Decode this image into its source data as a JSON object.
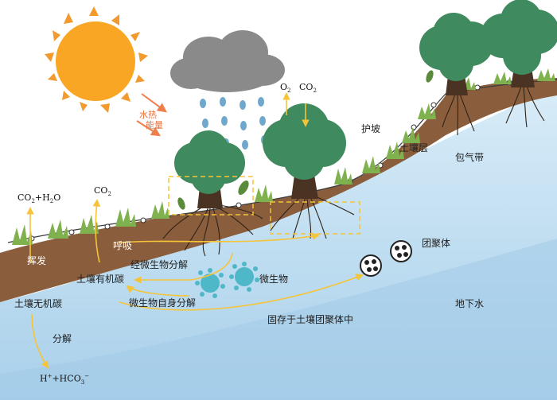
{
  "labels": {
    "hydrothermal_energy_line1": "水热",
    "hydrothermal_energy_line2": "能量",
    "o2": "O",
    "o2_sub": "2",
    "co2": "CO",
    "co2_sub": "2",
    "revetment": "护坡",
    "soil_layer": "土壤层",
    "vadose_zone": "包气带",
    "co2_h2o_part1": "CO",
    "co2_h2o_sub": "2",
    "co2_h2o_part2": "+H",
    "co2_h2o_sub2": "2",
    "co2_h2o_part3": "O",
    "co2_left": "CO",
    "co2_left_sub": "2",
    "respiration": "呼吸",
    "volatilization": "挥发",
    "aggregate": "团聚体",
    "microbial_decomposition": "经微生物分解",
    "soil_organic_carbon": "土壤有机碳",
    "microorganism": "微生物",
    "microbial_self_decomposition": "微生物自身分解",
    "soil_inorganic_carbon": "土壤无机碳",
    "groundwater": "地下水",
    "fixed_in_aggregates": "固存于土壤团聚体中",
    "decomposition": "分解",
    "ions_h": "H",
    "ions_h_sup": "+",
    "ions_plus": "+HCO",
    "ions_sub": "3",
    "ions_sup": "−"
  },
  "colors": {
    "sun": "#f8a623",
    "sun_rays": "#f29a2e",
    "cloud": "#8a8a8a",
    "rain": "#6fa8cc",
    "soil": "#8a5e3c",
    "groundwater_light": "#d4e9f6",
    "groundwater_dark": "#a7cfe9",
    "tree_crown": "#3f8a5e",
    "trunk": "#4a3322",
    "grass": "#7fb24f",
    "arrow_yellow": "#f5c438",
    "arrow_orange": "#ee7f4a",
    "microbe": "#4fb8c8"
  }
}
